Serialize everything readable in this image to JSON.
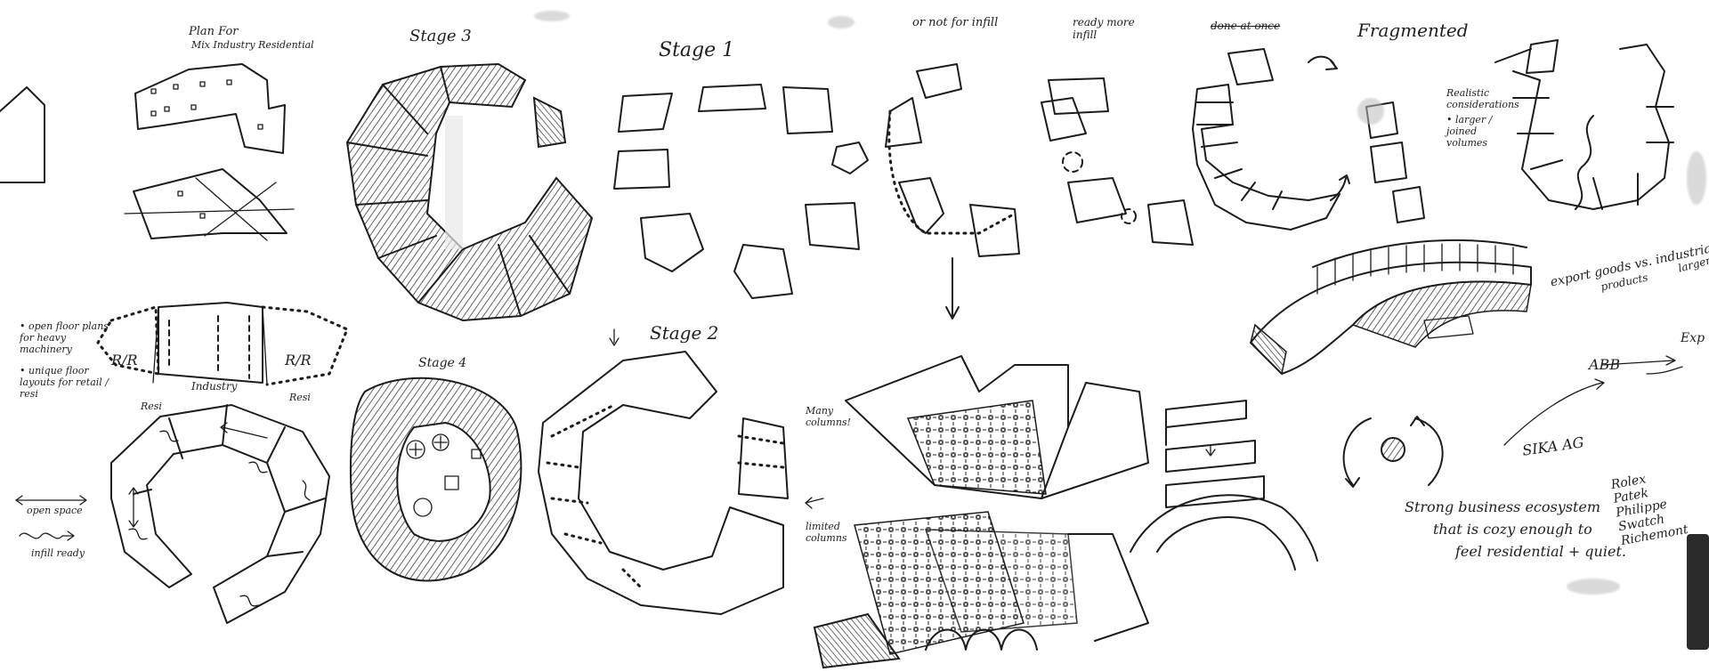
{
  "labels": {
    "plan_for": "Plan For",
    "mix_industry": "Mix Industry Residential",
    "stage3": "Stage 3",
    "stage1": "Stage 1",
    "or_not_infill": "or not for infill",
    "ready_infill": "ready more infill",
    "done_at_once": "done at once",
    "fragmented": "Fragmented",
    "realistic": "Realistic considerations",
    "larger_volumes": "• larger / joined volumes",
    "export_goods": "export goods vs. industrial",
    "products": "products",
    "larger": "larger",
    "open_floor": "• open floor plans for heavy machinery",
    "unique_floor": "• unique floor layouts for retail / resi",
    "rr_left": "R/R",
    "rr_right": "R/R",
    "industry": "Industry",
    "resi_left": "Resi",
    "resi_right": "Resi",
    "stage4": "Stage 4",
    "stage2": "Stage 2",
    "many_columns": "Many columns!",
    "limited_columns": "limited columns",
    "open_space": "open space",
    "infill_ready": "infill ready",
    "abb": "ABB",
    "sika": "SIKA AG",
    "exp": "Exp",
    "rolex_list": [
      "Rolex",
      "Patek",
      "Philippe",
      "Swatch",
      "Richemont"
    ],
    "strong_business": "Strong business ecosystem",
    "cozy_enough": "that is cozy enough to",
    "feel_residential": "feel residential + quiet."
  }
}
